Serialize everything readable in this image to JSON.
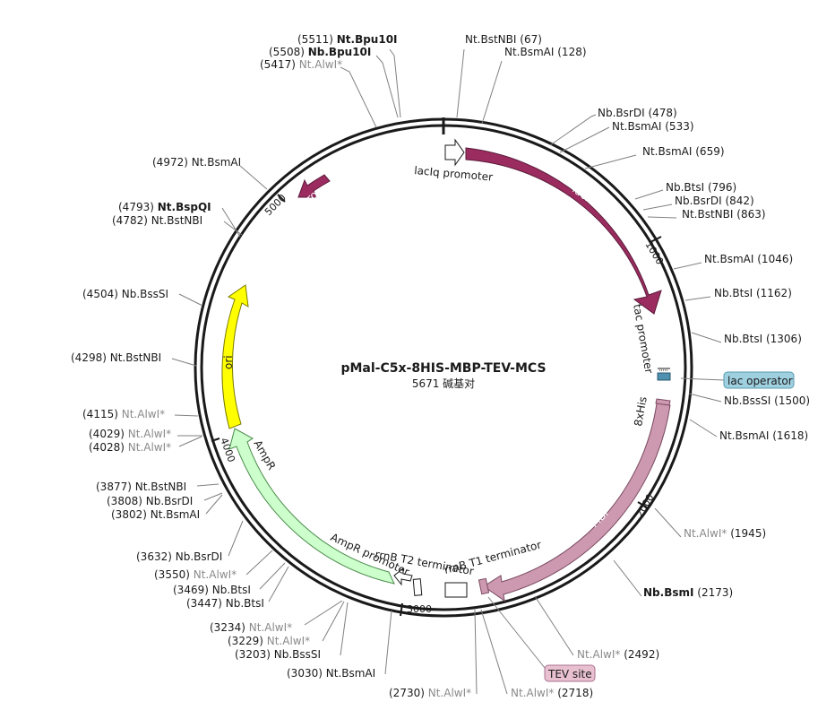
{
  "map": {
    "name": "pMal-C5x-8HIS-MBP-TEV-MCS",
    "length_text": "5671 碱基对",
    "total_bp": 5671
  },
  "ticks": [
    "1000",
    "2000",
    "3000",
    "4000",
    "5000"
  ],
  "features": [
    {
      "label": "lacI",
      "start": 67,
      "end": 1150,
      "color": "#9b2c5f",
      "dir": 1
    },
    {
      "label": "rop",
      "start": 4930,
      "end": 5110,
      "color": "#9b2c5f",
      "dir": -1
    },
    {
      "label": "ori",
      "start": 4080,
      "end": 4670,
      "color": "#ffff00",
      "dir": -1
    },
    {
      "label": "AmpR",
      "start": 3150,
      "end": 3995,
      "color": "#ccffcc",
      "dir": -1
    },
    {
      "label": "8xHis",
      "start": 1490,
      "end": 1520,
      "color": "#cc99b0",
      "dir": 1
    },
    {
      "label": "MBP",
      "start": 1520,
      "end": 2680,
      "color": "#cc99b0",
      "dir": 1
    },
    {
      "label": "lacIq promoter",
      "start": 5671,
      "end": 66,
      "color": "#ffffff",
      "dir": 1
    },
    {
      "label": "tac promoter",
      "start": 1295,
      "end": 1326,
      "color": "#ffffff",
      "dir": 1
    },
    {
      "label": "AmpR promoter",
      "start": 3055,
      "end": 3105,
      "color": "#ffffff",
      "dir": -1
    },
    {
      "label": "rrnB T2 terminator",
      "start": 3020,
      "end": 3045,
      "color": "#ffffff",
      "dir": 0
    },
    {
      "label": "rrnB T1 terminator",
      "start": 2820,
      "end": 2900,
      "color": "#ffffff",
      "dir": 0
    },
    {
      "label": "TEV site",
      "start": 2705,
      "end": 2720,
      "color": "#cc99b0",
      "dir": 0
    },
    {
      "label": "lac operator",
      "start": 1430,
      "end": 1455,
      "color": "#4f8fb0",
      "dir": 0
    }
  ],
  "callouts": {
    "lac_operator": "lac operator",
    "tev_site": "TEV site"
  },
  "sites": [
    {
      "pos": "(5511)",
      "name": "Nt.Bpu10I",
      "style": "bold"
    },
    {
      "pos": "(5508)",
      "name": "Nb.Bpu10I",
      "style": "bold"
    },
    {
      "pos": "(5417)",
      "name": "Nt.AlwI*",
      "style": "grey"
    },
    {
      "pos": "(67)",
      "name": "Nt.BstNBI",
      "style": "normal"
    },
    {
      "pos": "(128)",
      "name": "Nt.BsmAI",
      "style": "normal"
    },
    {
      "pos": "(478)",
      "name": "Nb.BsrDI",
      "style": "normal"
    },
    {
      "pos": "(533)",
      "name": "Nt.BsmAI",
      "style": "normal"
    },
    {
      "pos": "(659)",
      "name": "Nt.BsmAI",
      "style": "normal"
    },
    {
      "pos": "(796)",
      "name": "Nb.BtsI",
      "style": "normal"
    },
    {
      "pos": "(842)",
      "name": "Nb.BsrDI",
      "style": "normal"
    },
    {
      "pos": "(863)",
      "name": "Nt.BstNBI",
      "style": "normal"
    },
    {
      "pos": "(1046)",
      "name": "Nt.BsmAI",
      "style": "normal"
    },
    {
      "pos": "(1162)",
      "name": "Nb.BtsI",
      "style": "normal"
    },
    {
      "pos": "(1306)",
      "name": "Nb.BtsI",
      "style": "normal"
    },
    {
      "pos": "(1500)",
      "name": "Nb.BssSI",
      "style": "normal"
    },
    {
      "pos": "(1618)",
      "name": "Nt.BsmAI",
      "style": "normal"
    },
    {
      "pos": "(1945)",
      "name": "Nt.AlwI*",
      "style": "grey"
    },
    {
      "pos": "(2173)",
      "name": "Nb.BsmI",
      "style": "bold"
    },
    {
      "pos": "(2492)",
      "name": "Nt.AlwI*",
      "style": "grey"
    },
    {
      "pos": "(2718)",
      "name": "Nt.AlwI*",
      "style": "grey"
    },
    {
      "pos": "(2730)",
      "name": "Nt.AlwI*",
      "style": "grey"
    },
    {
      "pos": "(3030)",
      "name": "Nt.BsmAI",
      "style": "normal"
    },
    {
      "pos": "(3203)",
      "name": "Nb.BssSI",
      "style": "normal"
    },
    {
      "pos": "(3229)",
      "name": "Nt.AlwI*",
      "style": "grey"
    },
    {
      "pos": "(3234)",
      "name": "Nt.AlwI*",
      "style": "grey"
    },
    {
      "pos": "(3447)",
      "name": "Nb.BtsI",
      "style": "normal"
    },
    {
      "pos": "(3469)",
      "name": "Nb.BtsI",
      "style": "normal"
    },
    {
      "pos": "(3550)",
      "name": "Nt.AlwI*",
      "style": "grey"
    },
    {
      "pos": "(3632)",
      "name": "Nb.BsrDI",
      "style": "normal"
    },
    {
      "pos": "(3802)",
      "name": "Nt.BsmAI",
      "style": "normal"
    },
    {
      "pos": "(3808)",
      "name": "Nb.BsrDI",
      "style": "normal"
    },
    {
      "pos": "(3877)",
      "name": "Nt.BstNBI",
      "style": "normal"
    },
    {
      "pos": "(4028)",
      "name": "Nt.AlwI*",
      "style": "grey"
    },
    {
      "pos": "(4029)",
      "name": "Nt.AlwI*",
      "style": "grey"
    },
    {
      "pos": "(4115)",
      "name": "Nt.AlwI*",
      "style": "grey"
    },
    {
      "pos": "(4298)",
      "name": "Nt.BstNBI",
      "style": "normal"
    },
    {
      "pos": "(4504)",
      "name": "Nb.BssSI",
      "style": "normal"
    },
    {
      "pos": "(4782)",
      "name": "Nt.BstNBI",
      "style": "normal"
    },
    {
      "pos": "(4793)",
      "name": "Nt.BspQI",
      "style": "bold"
    },
    {
      "pos": "(4972)",
      "name": "Nt.BsmAI",
      "style": "normal"
    }
  ]
}
